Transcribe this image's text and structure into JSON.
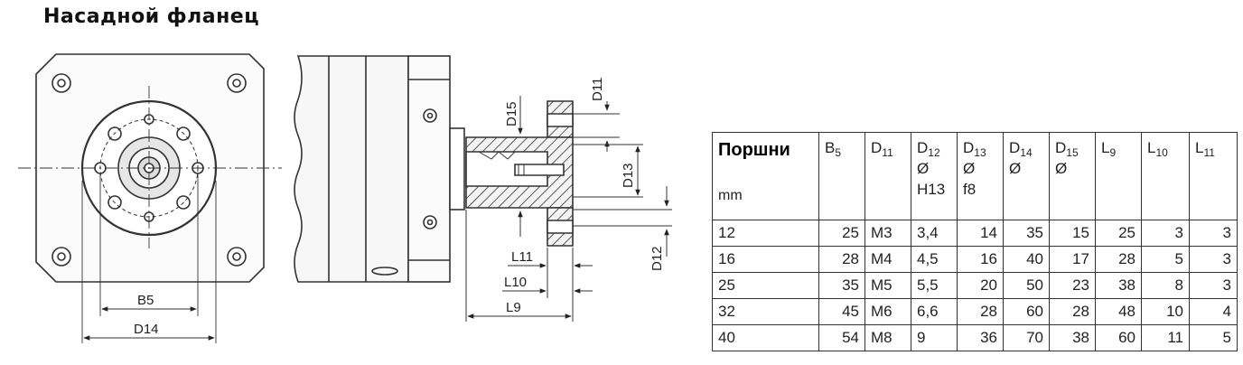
{
  "title": "Насадной фланец",
  "drawing": {
    "dimension_labels": {
      "b5": "B5",
      "d14": "D14",
      "d15": "D15",
      "d11": "D11",
      "d13": "D13",
      "d12": "D12",
      "l11": "L11",
      "l10": "L10",
      "l9": "L9"
    }
  },
  "table": {
    "header": {
      "piston": "Поршни",
      "unit": "mm",
      "columns": [
        {
          "main": "B",
          "sub": "5",
          "line2": "",
          "line3": ""
        },
        {
          "main": "D",
          "sub": "11",
          "line2": "",
          "line3": ""
        },
        {
          "main": "D",
          "sub": "12",
          "line2": "Ø",
          "line3": "H13"
        },
        {
          "main": "D",
          "sub": "13",
          "line2": "Ø",
          "line3": "f8"
        },
        {
          "main": "D",
          "sub": "14",
          "line2": "Ø",
          "line3": ""
        },
        {
          "main": "D",
          "sub": "15",
          "line2": "Ø",
          "line3": ""
        },
        {
          "main": "L",
          "sub": "9",
          "line2": "",
          "line3": ""
        },
        {
          "main": "L",
          "sub": "10",
          "line2": "",
          "line3": ""
        },
        {
          "main": "L",
          "sub": "11",
          "line2": "",
          "line3": ""
        }
      ]
    },
    "rows": [
      [
        "12",
        "25",
        "M3",
        "3,4",
        "14",
        "35",
        "15",
        "25",
        "3",
        "3"
      ],
      [
        "16",
        "28",
        "M4",
        "4,5",
        "16",
        "40",
        "17",
        "28",
        "5",
        "3"
      ],
      [
        "25",
        "35",
        "M5",
        "5,5",
        "20",
        "50",
        "23",
        "38",
        "8",
        "3"
      ],
      [
        "32",
        "45",
        "M6",
        "6,6",
        "28",
        "60",
        "28",
        "48",
        "10",
        "4"
      ],
      [
        "40",
        "54",
        "M8",
        "9",
        "36",
        "70",
        "38",
        "60",
        "11",
        "5"
      ]
    ]
  }
}
